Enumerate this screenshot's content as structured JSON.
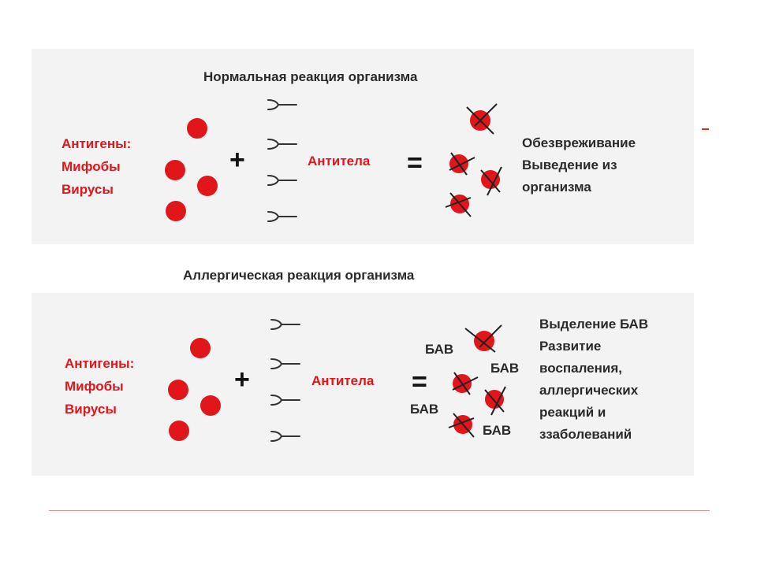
{
  "normal": {
    "title": "Нормальная реакция организма",
    "antigens": [
      "Антигены:",
      "Мифобы",
      "Вирусы"
    ],
    "plus": "+",
    "antibodies": "Антитела",
    "equals": "=",
    "result": [
      "Обезвреживание",
      "Выведение из",
      "организма"
    ]
  },
  "allergic": {
    "title": "Аллергическая реакция организма",
    "antigens": [
      "Антигены:",
      "Мифобы",
      "Вирусы"
    ],
    "plus": "+",
    "antibodies": "Антитела",
    "equals": "=",
    "bav_labels": [
      "БАВ",
      "БАВ",
      "БАВ",
      "БАВ"
    ],
    "result": [
      "Выделение БАВ",
      "Развитие",
      "воспаления,",
      "аллергических",
      "реакций и",
      "ззаболеваний"
    ]
  },
  "colors": {
    "antigen_red": "#e0161a",
    "text_dark": "#2a2a2a",
    "panel_bg": "#f3f3f3"
  }
}
